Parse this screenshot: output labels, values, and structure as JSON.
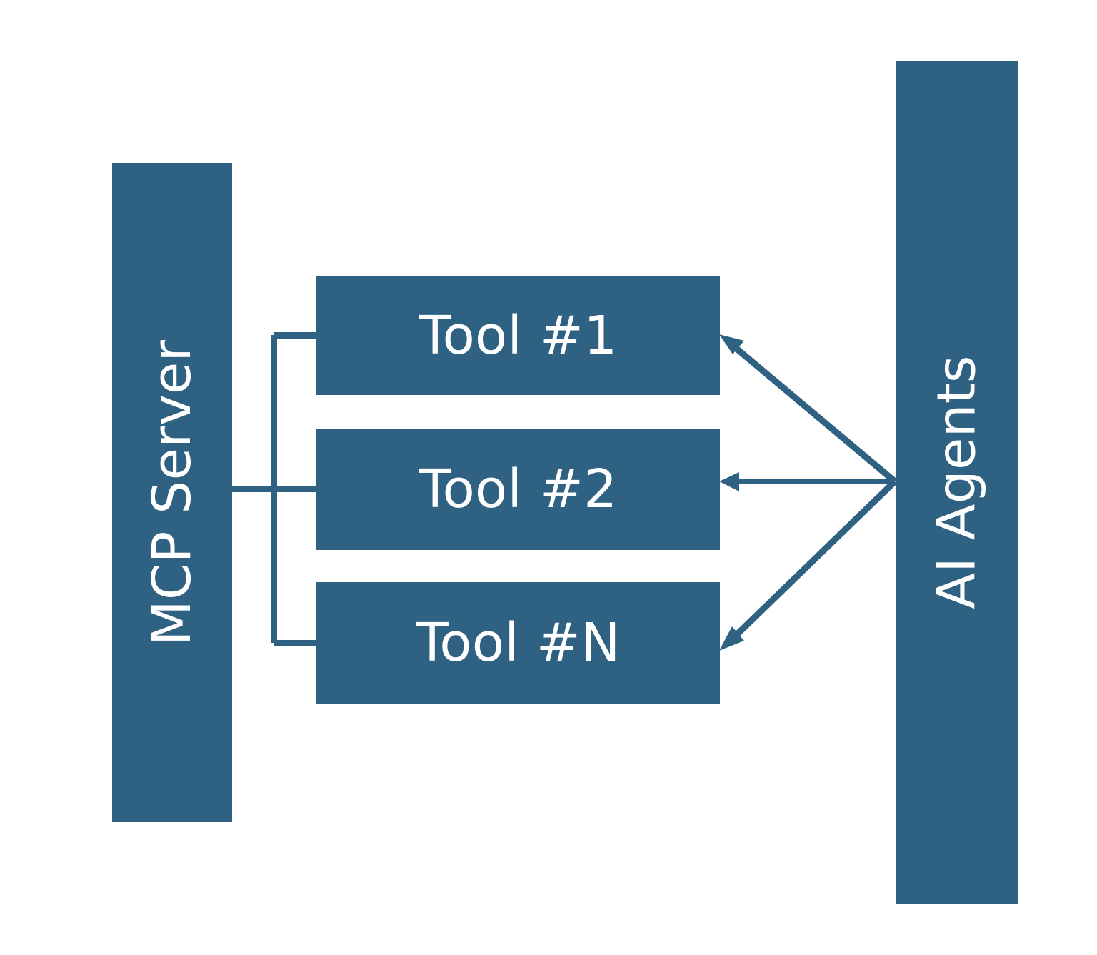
{
  "diagram": {
    "title": "MCP Server and AI Agents tool interaction diagram",
    "background_color": "#ffffff",
    "node_fill_color": "#2F6183",
    "node_text_color": "#ffffff",
    "connector_color": "#2F6183"
  },
  "server": {
    "label": "MCP Server",
    "orientation": "vertical-bottom-to-top"
  },
  "agents": {
    "label": "AI Agents",
    "orientation": "vertical-bottom-to-top"
  },
  "tools": [
    {
      "label": "Tool #1"
    },
    {
      "label": "Tool #2"
    },
    {
      "label": "Tool #N"
    }
  ],
  "connectors": {
    "bracket_name": "server-to-tools-bracket",
    "arrow_names": [
      "agents-to-tool-1-arrow",
      "agents-to-tool-2-arrow",
      "agents-to-tool-n-arrow"
    ]
  }
}
